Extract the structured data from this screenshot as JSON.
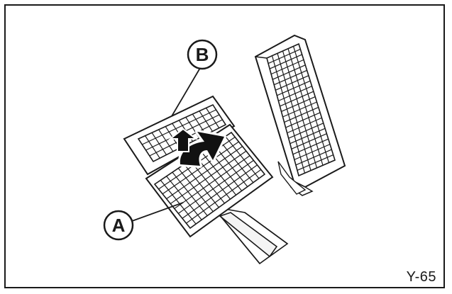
{
  "figure": {
    "id": "Y-65",
    "callouts": {
      "a": "A",
      "b": "B"
    },
    "colors": {
      "ink": "#1a1a1a",
      "paper": "#ffffff"
    },
    "icons": [
      "curved-arrow-icon"
    ]
  }
}
